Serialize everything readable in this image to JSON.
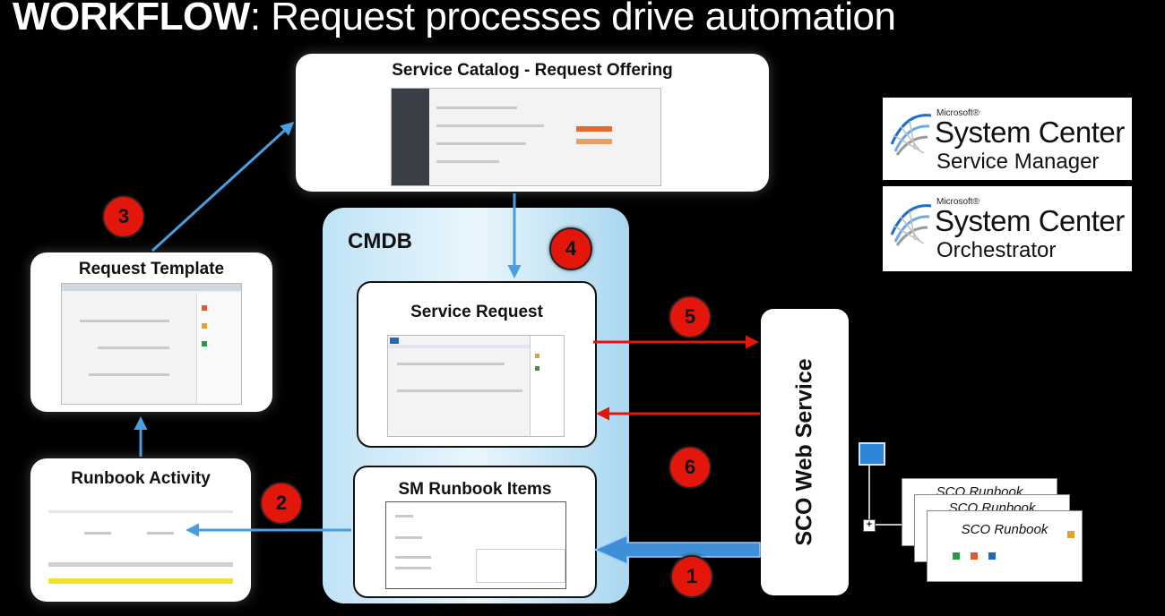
{
  "title": {
    "strong": "WORKFLOW",
    "rest": ": Request processes drive automation"
  },
  "boxes": {
    "service_catalog": "Service Catalog - Request Offering",
    "request_template": "Request Template",
    "runbook_activity": "Runbook Activity",
    "cmdb": "CMDB",
    "service_request": "Service Request",
    "sm_runbook_items": "SM Runbook Items",
    "sco_web_service": "SCO Web Service"
  },
  "steps": [
    "1",
    "2",
    "3",
    "4",
    "5",
    "6"
  ],
  "logos": [
    {
      "microsoft": "Microsoft®",
      "brand": "System Center",
      "product": "Service Manager"
    },
    {
      "microsoft": "Microsoft®",
      "brand": "System Center",
      "product": "Orchestrator"
    }
  ],
  "runbook_cards": [
    "SCO Runbook",
    "SCO Runbook",
    "SCO Runbook"
  ],
  "colors": {
    "blue_arrow": "#4a9ee0",
    "red_arrow": "#e3160b",
    "badge": "#e3160b",
    "cmdb_fill": "#bfe3f6"
  }
}
